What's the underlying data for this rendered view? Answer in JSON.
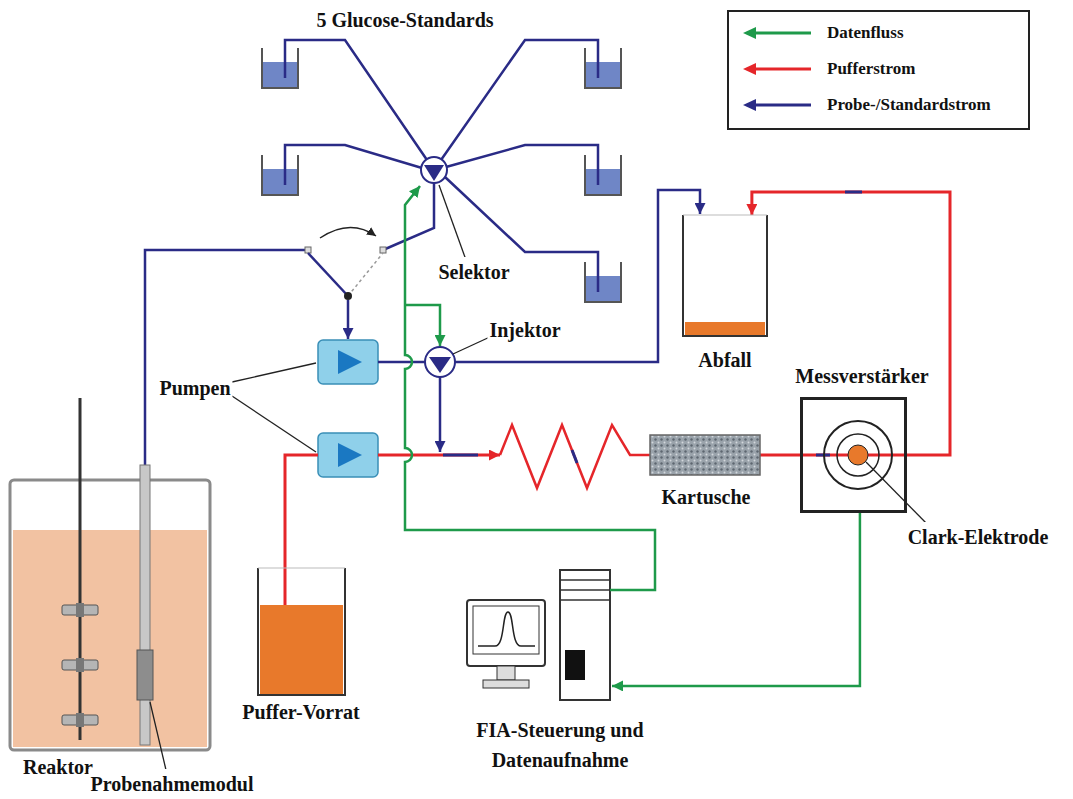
{
  "diagram": {
    "nodes": [
      {
        "text": [
          "Reaktor"
        ]
      },
      {
        "text": [
          "Puffer-Vorrat"
        ]
      },
      {
        "text": [
          "Abfall"
        ]
      },
      {
        "text": [
          "Kartusche"
        ]
      },
      {
        "text": [
          "Messverstärker"
        ]
      },
      {
        "text": [
          "FIA-Steuerung und Datenaufnahme"
        ]
      }
    ],
    "edges": [
      {
        "from": 3,
        "to": 4,
        "arrow": "none"
      },
      {
        "from": 4,
        "to": 2,
        "arrow": "to"
      },
      {
        "from": 4,
        "to": 5,
        "arrow": "to"
      }
    ],
    "labels": [
      "5 Glucose-Standards",
      "Selektor",
      "Injektor",
      "Pumpen",
      "Clark-Elektrode",
      "Probenahmemodul"
    ],
    "legend": [
      {
        "text": "Datenfluss"
      },
      {
        "text": "Pufferstrom"
      },
      {
        "text": "Probe-/Standardstrom"
      }
    ]
  }
}
